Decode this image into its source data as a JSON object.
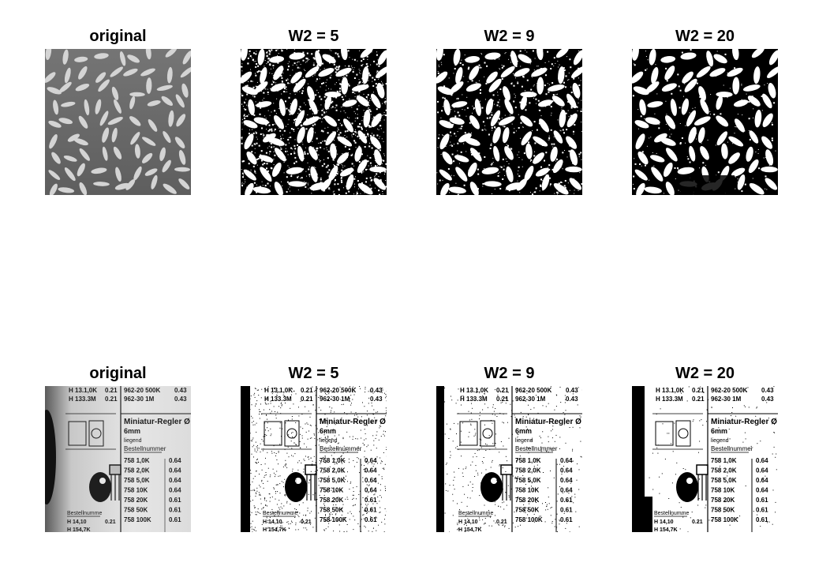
{
  "figure": {
    "rows": [
      {
        "subject": "rice",
        "panels": [
          {
            "title": "original",
            "variant": "original"
          },
          {
            "title": "W2 = 5",
            "variant": "w5"
          },
          {
            "title": "W2 = 9",
            "variant": "w9"
          },
          {
            "title": "W2 = 20",
            "variant": "w20"
          }
        ]
      },
      {
        "subject": "text",
        "panels": [
          {
            "title": "original",
            "variant": "original"
          },
          {
            "title": "W2 = 5",
            "variant": "w5"
          },
          {
            "title": "W2 = 9",
            "variant": "w9"
          },
          {
            "title": "W2 = 20",
            "variant": "w20"
          }
        ]
      }
    ],
    "doc_text": {
      "top_left_1": "H 13.1,0K",
      "top_left_2": "H 133.3M",
      "top_mid_1": "0.21",
      "top_mid_2": "0.21",
      "top_right_1": "962-20 500K",
      "top_right_2": "962-30 1M",
      "top_price_1": "0.43",
      "top_price_2": "0.43",
      "heading": "Miniatur-Regler Ø",
      "size": "6mm",
      "type": "liegend",
      "order": "Bestellnummer",
      "rows": [
        "758 1,0K",
        "758 2,0K",
        "758 5,0K",
        "758 10K",
        "758 20K",
        "758 50K",
        "758 100K"
      ],
      "prices": [
        "0.64",
        "0.64",
        "0.64",
        "0.64",
        "0.61",
        "0.61",
        "0.61"
      ],
      "bottom_left_1": "Bestellnumme",
      "bottom_left_2": "H 14,10",
      "bottom_left_3": "H 154,7K",
      "bottom_mid": "0.21"
    },
    "colors": {
      "rice_bg": "#6f6f6f",
      "rice_grain": "#d4d4d4",
      "binary_black": "#000000",
      "binary_white": "#ffffff",
      "paper": "#e6e6e6"
    }
  }
}
